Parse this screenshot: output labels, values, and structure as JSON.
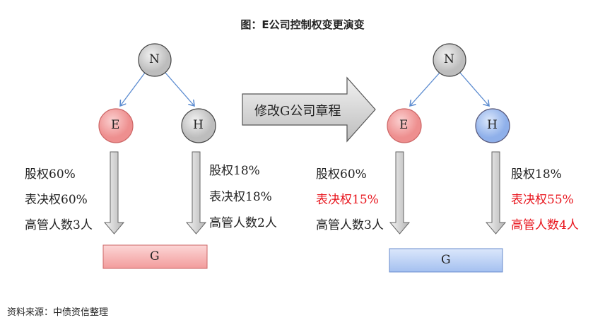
{
  "title": "图：E公司控制权变更演变",
  "arrow_label": "修改G公司章程",
  "before": {
    "nodes": {
      "N": "N",
      "E": "E",
      "H": "H",
      "G": "G"
    },
    "e_lines": [
      "股权60%",
      "表决权60%",
      "高管人数3人"
    ],
    "h_lines": [
      "股权18%",
      "表决权18%",
      "高管人数2人"
    ]
  },
  "after": {
    "nodes": {
      "N": "N",
      "E": "E",
      "H": "H",
      "G": "G"
    },
    "e_lines": [
      "股权60%",
      "表决权15%",
      "高管人数3人"
    ],
    "h_lines": [
      "股权18%",
      "表决权55%",
      "高管人数4人"
    ]
  },
  "colors": {
    "highlight": "#e8141c",
    "e_fill": "#f4a6a6",
    "h_fill_after": "#a9c4f0",
    "g_before": "#f7b6b6",
    "g_after": "#b7cdf5"
  },
  "source": "资料来源：中债资信整理"
}
